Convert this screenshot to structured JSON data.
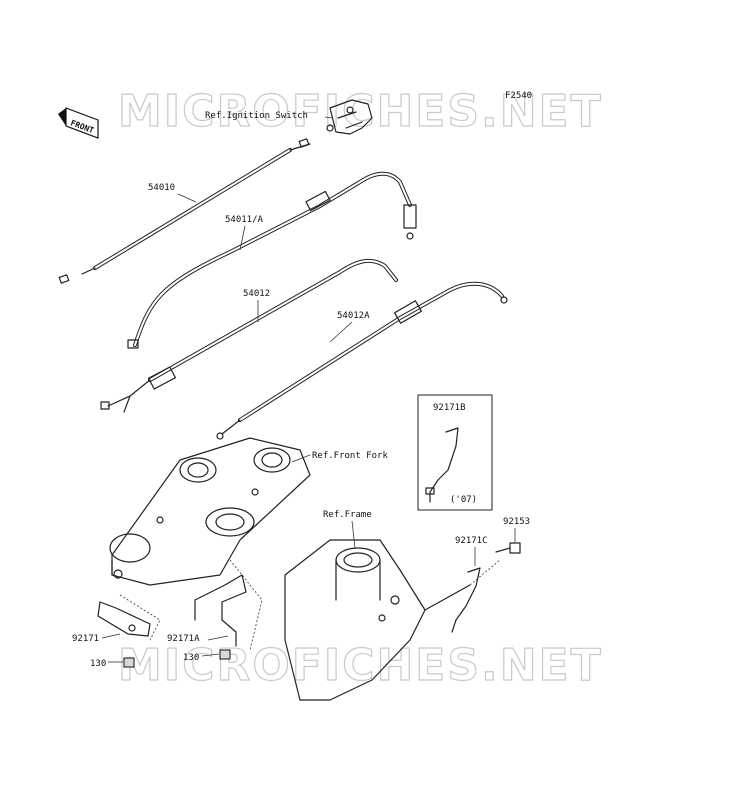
{
  "diagram_code": "F2540",
  "front_label": "FRONT",
  "watermark": "MICROFICHES.NET",
  "labels": {
    "ignition_switch": "Ref.Ignition Switch",
    "front_fork": "Ref.Front Fork",
    "frame": "Ref.Frame",
    "p54010": "54010",
    "p54011a": "54011/A",
    "p54012": "54012",
    "p54012a": "54012A",
    "p92171b": "92171B",
    "year_07": "('07)",
    "p92153": "92153",
    "p92171c": "92171C",
    "p92171": "92171",
    "p92171a": "92171A",
    "p130_left": "130",
    "p130_right": "130"
  }
}
